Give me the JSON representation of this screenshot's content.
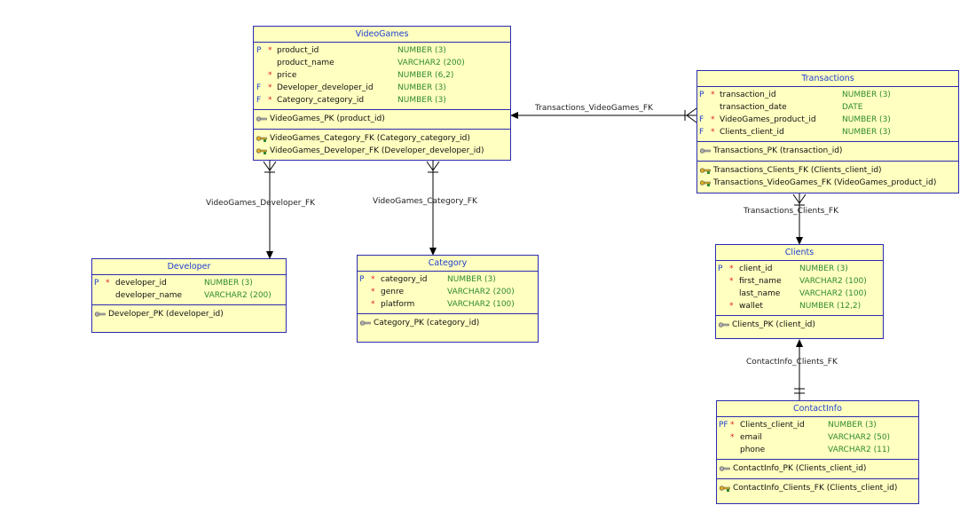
{
  "entities": {
    "videogames": {
      "title": "VideoGames",
      "columns": [
        {
          "flag": "P",
          "req": "*",
          "name": "product_id",
          "type": "NUMBER (3)"
        },
        {
          "flag": "",
          "req": "",
          "name": "product_name",
          "type": "VARCHAR2 (200)"
        },
        {
          "flag": "",
          "req": "*",
          "name": "price",
          "type": "NUMBER (6,2)"
        },
        {
          "flag": "F",
          "req": "*",
          "name": "Developer_developer_id",
          "type": "NUMBER (3)"
        },
        {
          "flag": "F",
          "req": "*",
          "name": "Category_category_id",
          "type": "NUMBER (3)"
        }
      ],
      "pk": "VideoGames_PK (product_id)",
      "fks": [
        "VideoGames_Category_FK (Category_category_id)",
        "VideoGames_Developer_FK (Developer_developer_id)"
      ]
    },
    "transactions": {
      "title": "Transactions",
      "columns": [
        {
          "flag": "P",
          "req": "*",
          "name": "transaction_id",
          "type": "NUMBER (3)"
        },
        {
          "flag": "",
          "req": "",
          "name": "transaction_date",
          "type": "DATE"
        },
        {
          "flag": "F",
          "req": "*",
          "name": "VideoGames_product_id",
          "type": "NUMBER (3)"
        },
        {
          "flag": "F",
          "req": "*",
          "name": "Clients_client_id",
          "type": "NUMBER (3)"
        }
      ],
      "pk": "Transactions_PK (transaction_id)",
      "fks": [
        "Transactions_Clients_FK (Clients_client_id)",
        "Transactions_VideoGames_FK (VideoGames_product_id)"
      ]
    },
    "developer": {
      "title": "Developer",
      "columns": [
        {
          "flag": "P",
          "req": "*",
          "name": "developer_id",
          "type": "NUMBER (3)"
        },
        {
          "flag": "",
          "req": "",
          "name": "developer_name",
          "type": "VARCHAR2 (200)"
        }
      ],
      "pk": "Developer_PK (developer_id)",
      "fks": []
    },
    "category": {
      "title": "Category",
      "columns": [
        {
          "flag": "P",
          "req": "*",
          "name": "category_id",
          "type": "NUMBER (3)"
        },
        {
          "flag": "",
          "req": "*",
          "name": "genre",
          "type": "VARCHAR2 (200)"
        },
        {
          "flag": "",
          "req": "*",
          "name": "platform",
          "type": "VARCHAR2 (100)"
        }
      ],
      "pk": "Category_PK (category_id)",
      "fks": []
    },
    "clients": {
      "title": "Clients",
      "columns": [
        {
          "flag": "P",
          "req": "*",
          "name": "client_id",
          "type": "NUMBER (3)"
        },
        {
          "flag": "",
          "req": "*",
          "name": "first_name",
          "type": "VARCHAR2 (100)"
        },
        {
          "flag": "",
          "req": "",
          "name": "last_name",
          "type": "VARCHAR2 (100)"
        },
        {
          "flag": "",
          "req": "*",
          "name": "wallet",
          "type": "NUMBER (12,2)"
        }
      ],
      "pk": "Clients_PK (client_id)",
      "fks": []
    },
    "contactinfo": {
      "title": "ContactInfo",
      "columns": [
        {
          "flag": "PF",
          "req": "*",
          "name": "Clients_client_id",
          "type": "NUMBER (3)"
        },
        {
          "flag": "",
          "req": "*",
          "name": "email",
          "type": "VARCHAR2 (50)"
        },
        {
          "flag": "",
          "req": "",
          "name": "phone",
          "type": "VARCHAR2 (11)"
        }
      ],
      "pk": "ContactInfo_PK (Clients_client_id)",
      "fks": [
        "ContactInfo_Clients_FK (Clients_client_id)"
      ]
    }
  },
  "relationships": {
    "transactions_videogames": "Transactions_VideoGames_FK",
    "videogames_developer": "VideoGames_Developer_FK",
    "videogames_category": "VideoGames_Category_FK",
    "transactions_clients": "Transactions_Clients_FK",
    "contactinfo_clients": "ContactInfo_Clients_FK"
  },
  "colors": {
    "entity_fill": "#ffffc0",
    "entity_border": "#2a2ab0",
    "title": "#1f3fd0",
    "type": "#2f8a2f",
    "required": "#e02020",
    "line": "#000000"
  },
  "icons": {
    "pk": "pk-key-icon",
    "fk": "fk-key-icon"
  }
}
